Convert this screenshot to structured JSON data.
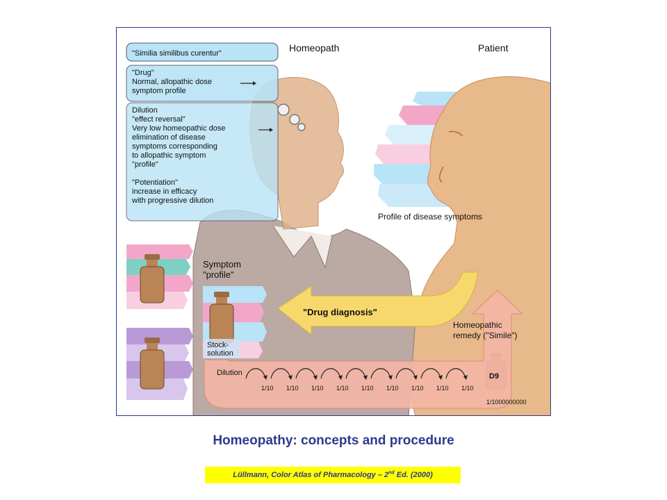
{
  "figure": {
    "header_homeopath": "Homeopath",
    "header_patient": "Patient",
    "principle_box": "\"Similia similibus curentur\"",
    "drug_box": [
      "\"Drug\"",
      "Normal, allopathic dose",
      "symptom profile"
    ],
    "dilution_box": [
      "Dilution",
      "\"effect reversal\"",
      "Very low homeopathic dose",
      "elimination of disease",
      "symptoms corresponding",
      "to allopathic symptom",
      "\"profile\"",
      "",
      "\"Potentiation\"",
      "increase in efficacy",
      "with progressive dilution"
    ],
    "profile_label": "Profile of disease symptoms",
    "symptom_profile_label": [
      "Symptom",
      "\"profile\""
    ],
    "drug_diagnosis_label": "\"Drug diagnosis\"",
    "stock_solution_label": [
      "Stock-",
      "solution"
    ],
    "remedy_label": [
      "Homeopathic",
      "remedy (\"Simile\")"
    ],
    "dilution_label": "Dilution",
    "dilution_step": "1/10",
    "dilution_steps_count": 9,
    "final_vial_label": "D9",
    "final_concentration": "1/1000000000"
  },
  "caption": "Homeopathy: concepts and procedure",
  "citation": {
    "before": "Lüllmann, Color Atlas of Pharmacology – 2",
    "sup": "nd",
    "after": " Ed. (2000)"
  },
  "colors": {
    "blue_band": "#b9e3f6",
    "pink_band": "#f2a7c9",
    "teal_band": "#7fd0c4",
    "purple_band": "#b99ad6",
    "skin": "#e8b98a",
    "suit": "#bba9a3",
    "arrow_yellow": "#f7d86c",
    "arrow_salmon": "#f4b6a6",
    "caption": "#2b3a8c",
    "citation_bg": "#ffff00"
  }
}
